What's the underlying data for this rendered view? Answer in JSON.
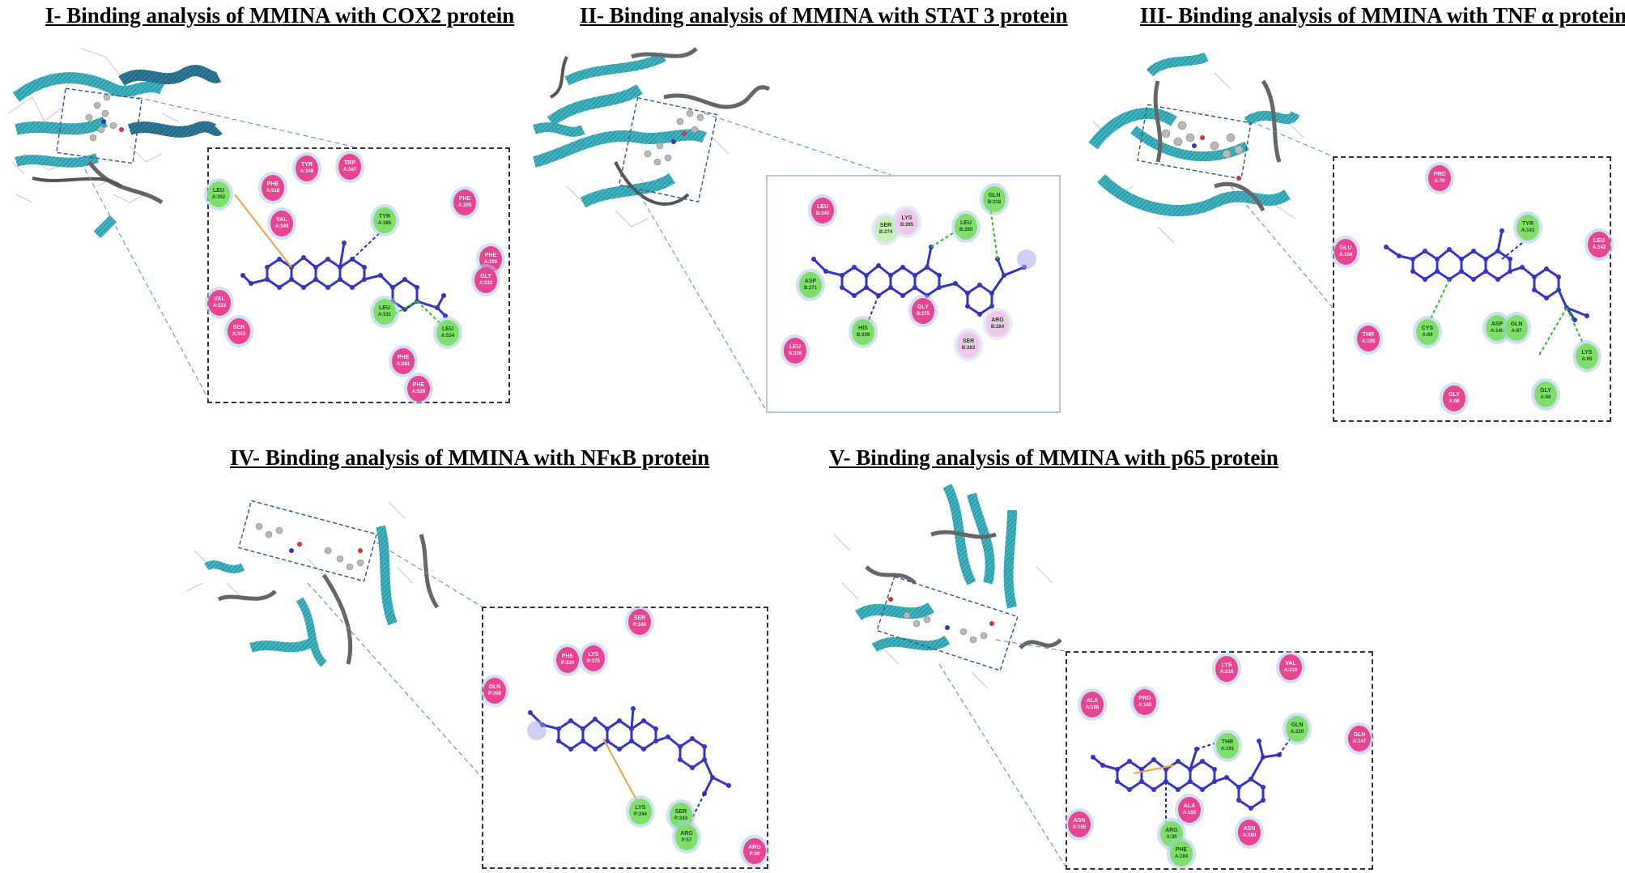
{
  "titles": {
    "p1": "I- Binding analysis of MMINA with COX2 protein",
    "p2": "II- Binding analysis of MMINA with STAT 3 protein",
    "p3": "III- Binding analysis of MMINA with TNF α protein",
    "p4": "IV- Binding analysis of MMINA with NFκB protein",
    "p5": "V- Binding analysis of MMINA with p65 protein"
  },
  "colors": {
    "ribbon": "#3fb3c0",
    "ligand": "#3434c8",
    "hydrophobic": "#e8448f",
    "hbond_residue": "#7ee06a",
    "polar": "#f2a8e6",
    "halo": "#a9c8ec"
  },
  "residues": {
    "p1": [
      {
        "l1": "LEU",
        "l2": "A:352",
        "type": "green"
      },
      {
        "l1": "PHE",
        "l2": "A:518",
        "type": "pink"
      },
      {
        "l1": "TYR",
        "l2": "A:348",
        "type": "pink"
      },
      {
        "l1": "TRP",
        "l2": "A:387",
        "type": "pink"
      },
      {
        "l1": "VAL",
        "l2": "A:349",
        "type": "pink"
      },
      {
        "l1": "TYR",
        "l2": "A:385",
        "type": "green"
      },
      {
        "l1": "PHE",
        "l2": "A:205",
        "type": "pink"
      },
      {
        "l1": "PHE",
        "l2": "A:209",
        "type": "pink"
      },
      {
        "l1": "GLY",
        "l2": "A:533",
        "type": "pink"
      },
      {
        "l1": "VAL",
        "l2": "A:523",
        "type": "pink"
      },
      {
        "l1": "SER",
        "l2": "A:353",
        "type": "pink"
      },
      {
        "l1": "LEU",
        "l2": "A:531",
        "type": "green"
      },
      {
        "l1": "LEU",
        "l2": "A:534",
        "type": "green"
      },
      {
        "l1": "PHE",
        "l2": "A:381",
        "type": "pink"
      },
      {
        "l1": "PHE",
        "l2": "A:529",
        "type": "pink"
      }
    ],
    "p2": [
      {
        "l1": "LEU",
        "l2": "B:340",
        "type": "pink"
      },
      {
        "l1": "SER",
        "l2": "B:274",
        "type": "lightgreen"
      },
      {
        "l1": "LYS",
        "l2": "B:285",
        "type": "polar"
      },
      {
        "l1": "LEU",
        "l2": "B:280",
        "type": "green"
      },
      {
        "l1": "GLN",
        "l2": "B:318",
        "type": "green"
      },
      {
        "l1": "ASP",
        "l2": "B:271",
        "type": "green"
      },
      {
        "l1": "HIS",
        "l2": "B:339",
        "type": "green"
      },
      {
        "l1": "GLY",
        "l2": "B:275",
        "type": "pink"
      },
      {
        "l1": "ARG",
        "l2": "B:284",
        "type": "polar"
      },
      {
        "l1": "SER",
        "l2": "B:283",
        "type": "polar"
      },
      {
        "l1": "LEU",
        "l2": "B:336",
        "type": "pink"
      }
    ],
    "p3": [
      {
        "l1": "PRO",
        "l2": "A:70",
        "type": "pink"
      },
      {
        "l1": "TYR",
        "l2": "A:141",
        "type": "green"
      },
      {
        "l1": "LEU",
        "l2": "A:142",
        "type": "pink"
      },
      {
        "l1": "GLU",
        "l2": "A:104",
        "type": "pink"
      },
      {
        "l1": "THR",
        "l2": "A:105",
        "type": "pink"
      },
      {
        "l1": "CYS",
        "l2": "A:69",
        "type": "green"
      },
      {
        "l1": "ASP",
        "l2": "A:140",
        "type": "green"
      },
      {
        "l1": "GLN",
        "l2": "A:67",
        "type": "green"
      },
      {
        "l1": "LYS",
        "l2": "A:65",
        "type": "green"
      },
      {
        "l1": "GLY",
        "l2": "A:66",
        "type": "green"
      },
      {
        "l1": "GLY",
        "l2": "A:68",
        "type": "pink"
      }
    ],
    "p4": [
      {
        "l1": "SER",
        "l2": "P:249",
        "type": "pink"
      },
      {
        "l1": "PHE",
        "l2": "P:310",
        "type": "pink"
      },
      {
        "l1": "LYS",
        "l2": "P:275",
        "type": "pink"
      },
      {
        "l1": "GLN",
        "l2": "P:306",
        "type": "pink"
      },
      {
        "l1": "LYS",
        "l2": "P:244",
        "type": "green"
      },
      {
        "l1": "SER",
        "l2": "P:243",
        "type": "green"
      },
      {
        "l1": "ARG",
        "l2": "P:57",
        "type": "green"
      },
      {
        "l1": "ARG",
        "l2": "P:59",
        "type": "pink"
      }
    ],
    "p5": [
      {
        "l1": "LYS",
        "l2": "A:218",
        "type": "pink"
      },
      {
        "l1": "VAL",
        "l2": "A:219",
        "type": "pink"
      },
      {
        "l1": "ALA",
        "l2": "A:188",
        "type": "pink"
      },
      {
        "l1": "PRO",
        "l2": "A:189",
        "type": "pink"
      },
      {
        "l1": "GLN",
        "l2": "A:220",
        "type": "green"
      },
      {
        "l1": "THR",
        "l2": "A:191",
        "type": "green"
      },
      {
        "l1": "GLN",
        "l2": "A:247",
        "type": "pink"
      },
      {
        "l1": "ALA",
        "l2": "A:192",
        "type": "pink"
      },
      {
        "l1": "ASN",
        "l2": "A:155",
        "type": "pink"
      },
      {
        "l1": "ARG",
        "l2": "A:30",
        "type": "green"
      },
      {
        "l1": "ASN",
        "l2": "A:190",
        "type": "pink"
      },
      {
        "l1": "PHE",
        "l2": "A:184",
        "type": "green"
      }
    ]
  }
}
